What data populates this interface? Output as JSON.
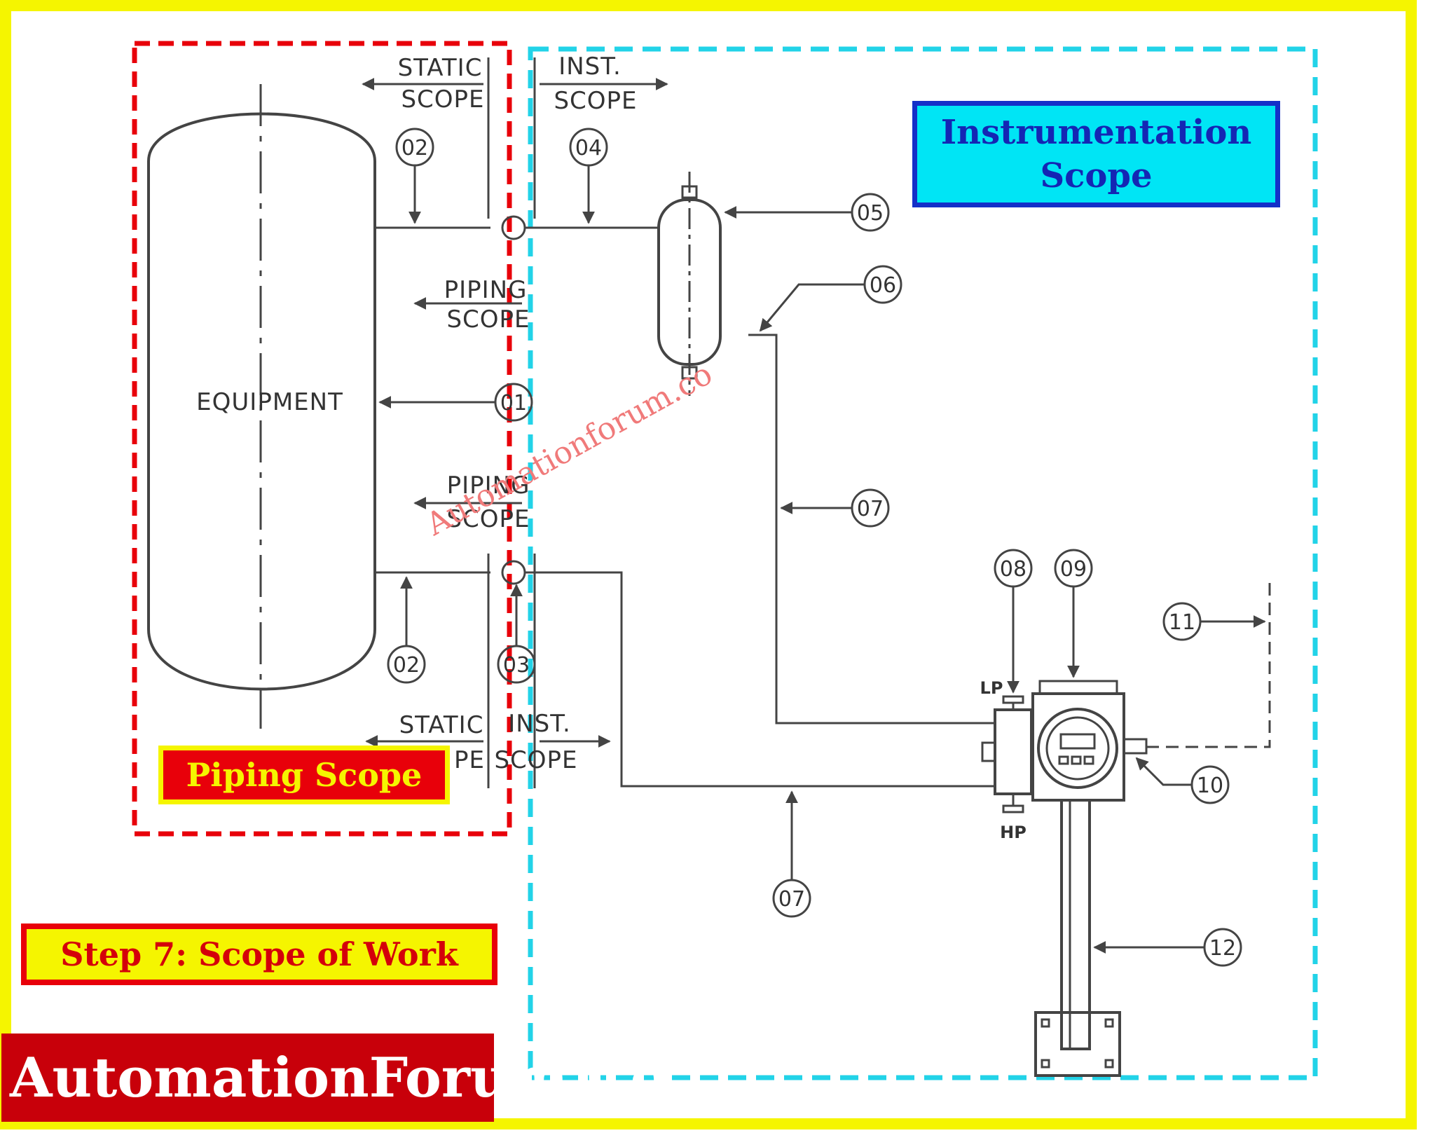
{
  "labels": {
    "static_scope_top_1": "STATIC",
    "static_scope_top_2": "SCOPE",
    "inst_scope_top_1": "INST.",
    "inst_scope_top_2": "SCOPE",
    "piping_scope_a_1": "PIPING",
    "piping_scope_a_2": "SCOPE",
    "piping_scope_b_1": "PIPING",
    "piping_scope_b_2": "SCOPE",
    "static_scope_bottom_1": "STATIC",
    "static_scope_bottom_2": "PE",
    "inst_scope_bottom_1": "INST.",
    "inst_scope_bottom_2": "SCOPE",
    "equipment": "EQUIPMENT",
    "lp": "LP",
    "hp": "HP"
  },
  "callouts": {
    "c01": "01",
    "c02_top": "02",
    "c02_bottom": "02",
    "c03": "03",
    "c04": "04",
    "c05": "05",
    "c06": "06",
    "c07_right": "07",
    "c07_bottom": "07",
    "c08": "08",
    "c09": "09",
    "c10": "10",
    "c11": "11",
    "c12": "12"
  },
  "boxes": {
    "instrumentation_scope": "Instrumentation\nScope",
    "piping_scope": "Piping Scope",
    "step": "Step 7: Scope of Work",
    "brand": "AutomationForum.Co"
  },
  "watermark": "Automationforum.co",
  "colors": {
    "frame": "#f5f500",
    "piping_border": "#e8000a",
    "instrument_border": "#22d3e8",
    "brand_bg": "#c8000a"
  }
}
